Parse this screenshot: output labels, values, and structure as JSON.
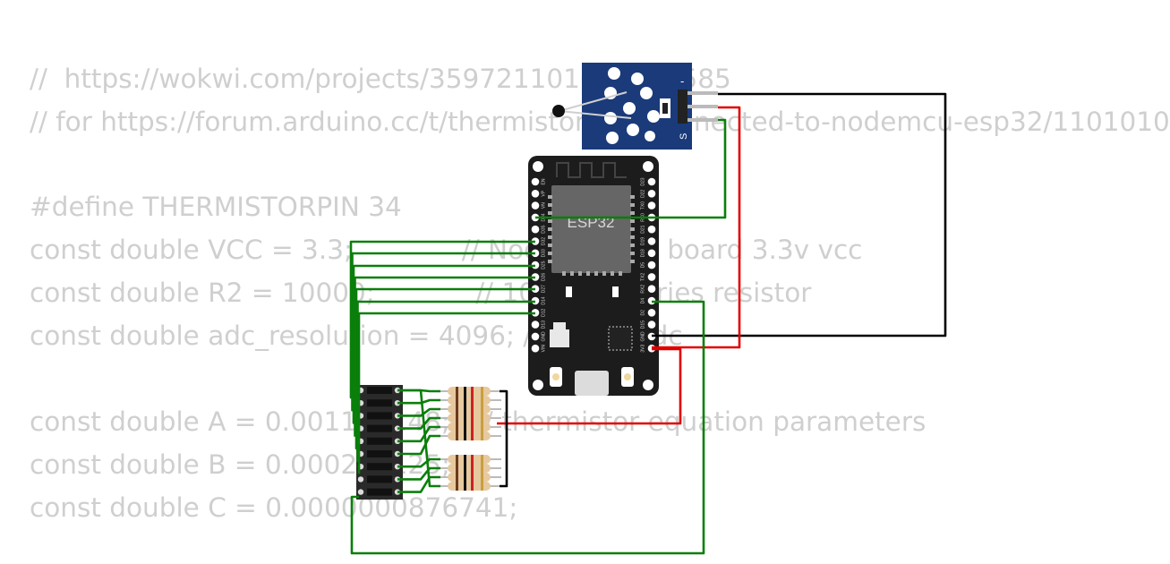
{
  "code_lines": [
    "//  https://wokwi.com/projects/359721101036503585",
    "// for https://forum.arduino.cc/t/thermistor-not-connected-to-nodemcu-esp32/1101010",
    "",
    "#define THERMISTORPIN 34",
    "const double VCC = 3.3;             // NodeMCU on board 3.3v vcc",
    "const double R2 = 10000;            // 10k ohm series resistor",
    "const double adc_resolution = 4096; // 12-bit adc",
    "",
    "const double A = 0.001129148;   // thermistor equation parameters",
    "const double B = 0.000234125;",
    "const double C = 0.0000000876741;"
  ],
  "esp32": {
    "chip_label": "ESP32",
    "left_pins": [
      "EN",
      "VP",
      "VN",
      "D34",
      "D35",
      "D32",
      "D33",
      "D25",
      "D26",
      "D27",
      "D14",
      "D12",
      "D13",
      "GND",
      "VIN"
    ],
    "right_pins": [
      "D23",
      "D22",
      "TX0",
      "RX0",
      "D21",
      "D19",
      "D18",
      "D5",
      "TX2",
      "RX2",
      "D4",
      "D2",
      "D15",
      "GND",
      "3V3"
    ]
  },
  "sensor_module": {
    "pin_labels": [
      "-",
      "S"
    ]
  },
  "colors": {
    "wire_green": "#0a7f0a",
    "wire_red": "#e00000",
    "wire_black": "#000000",
    "esp_board": "#1c1c1c",
    "sensor_board": "#1a3a7a",
    "code_text": "#cfcfcf"
  }
}
